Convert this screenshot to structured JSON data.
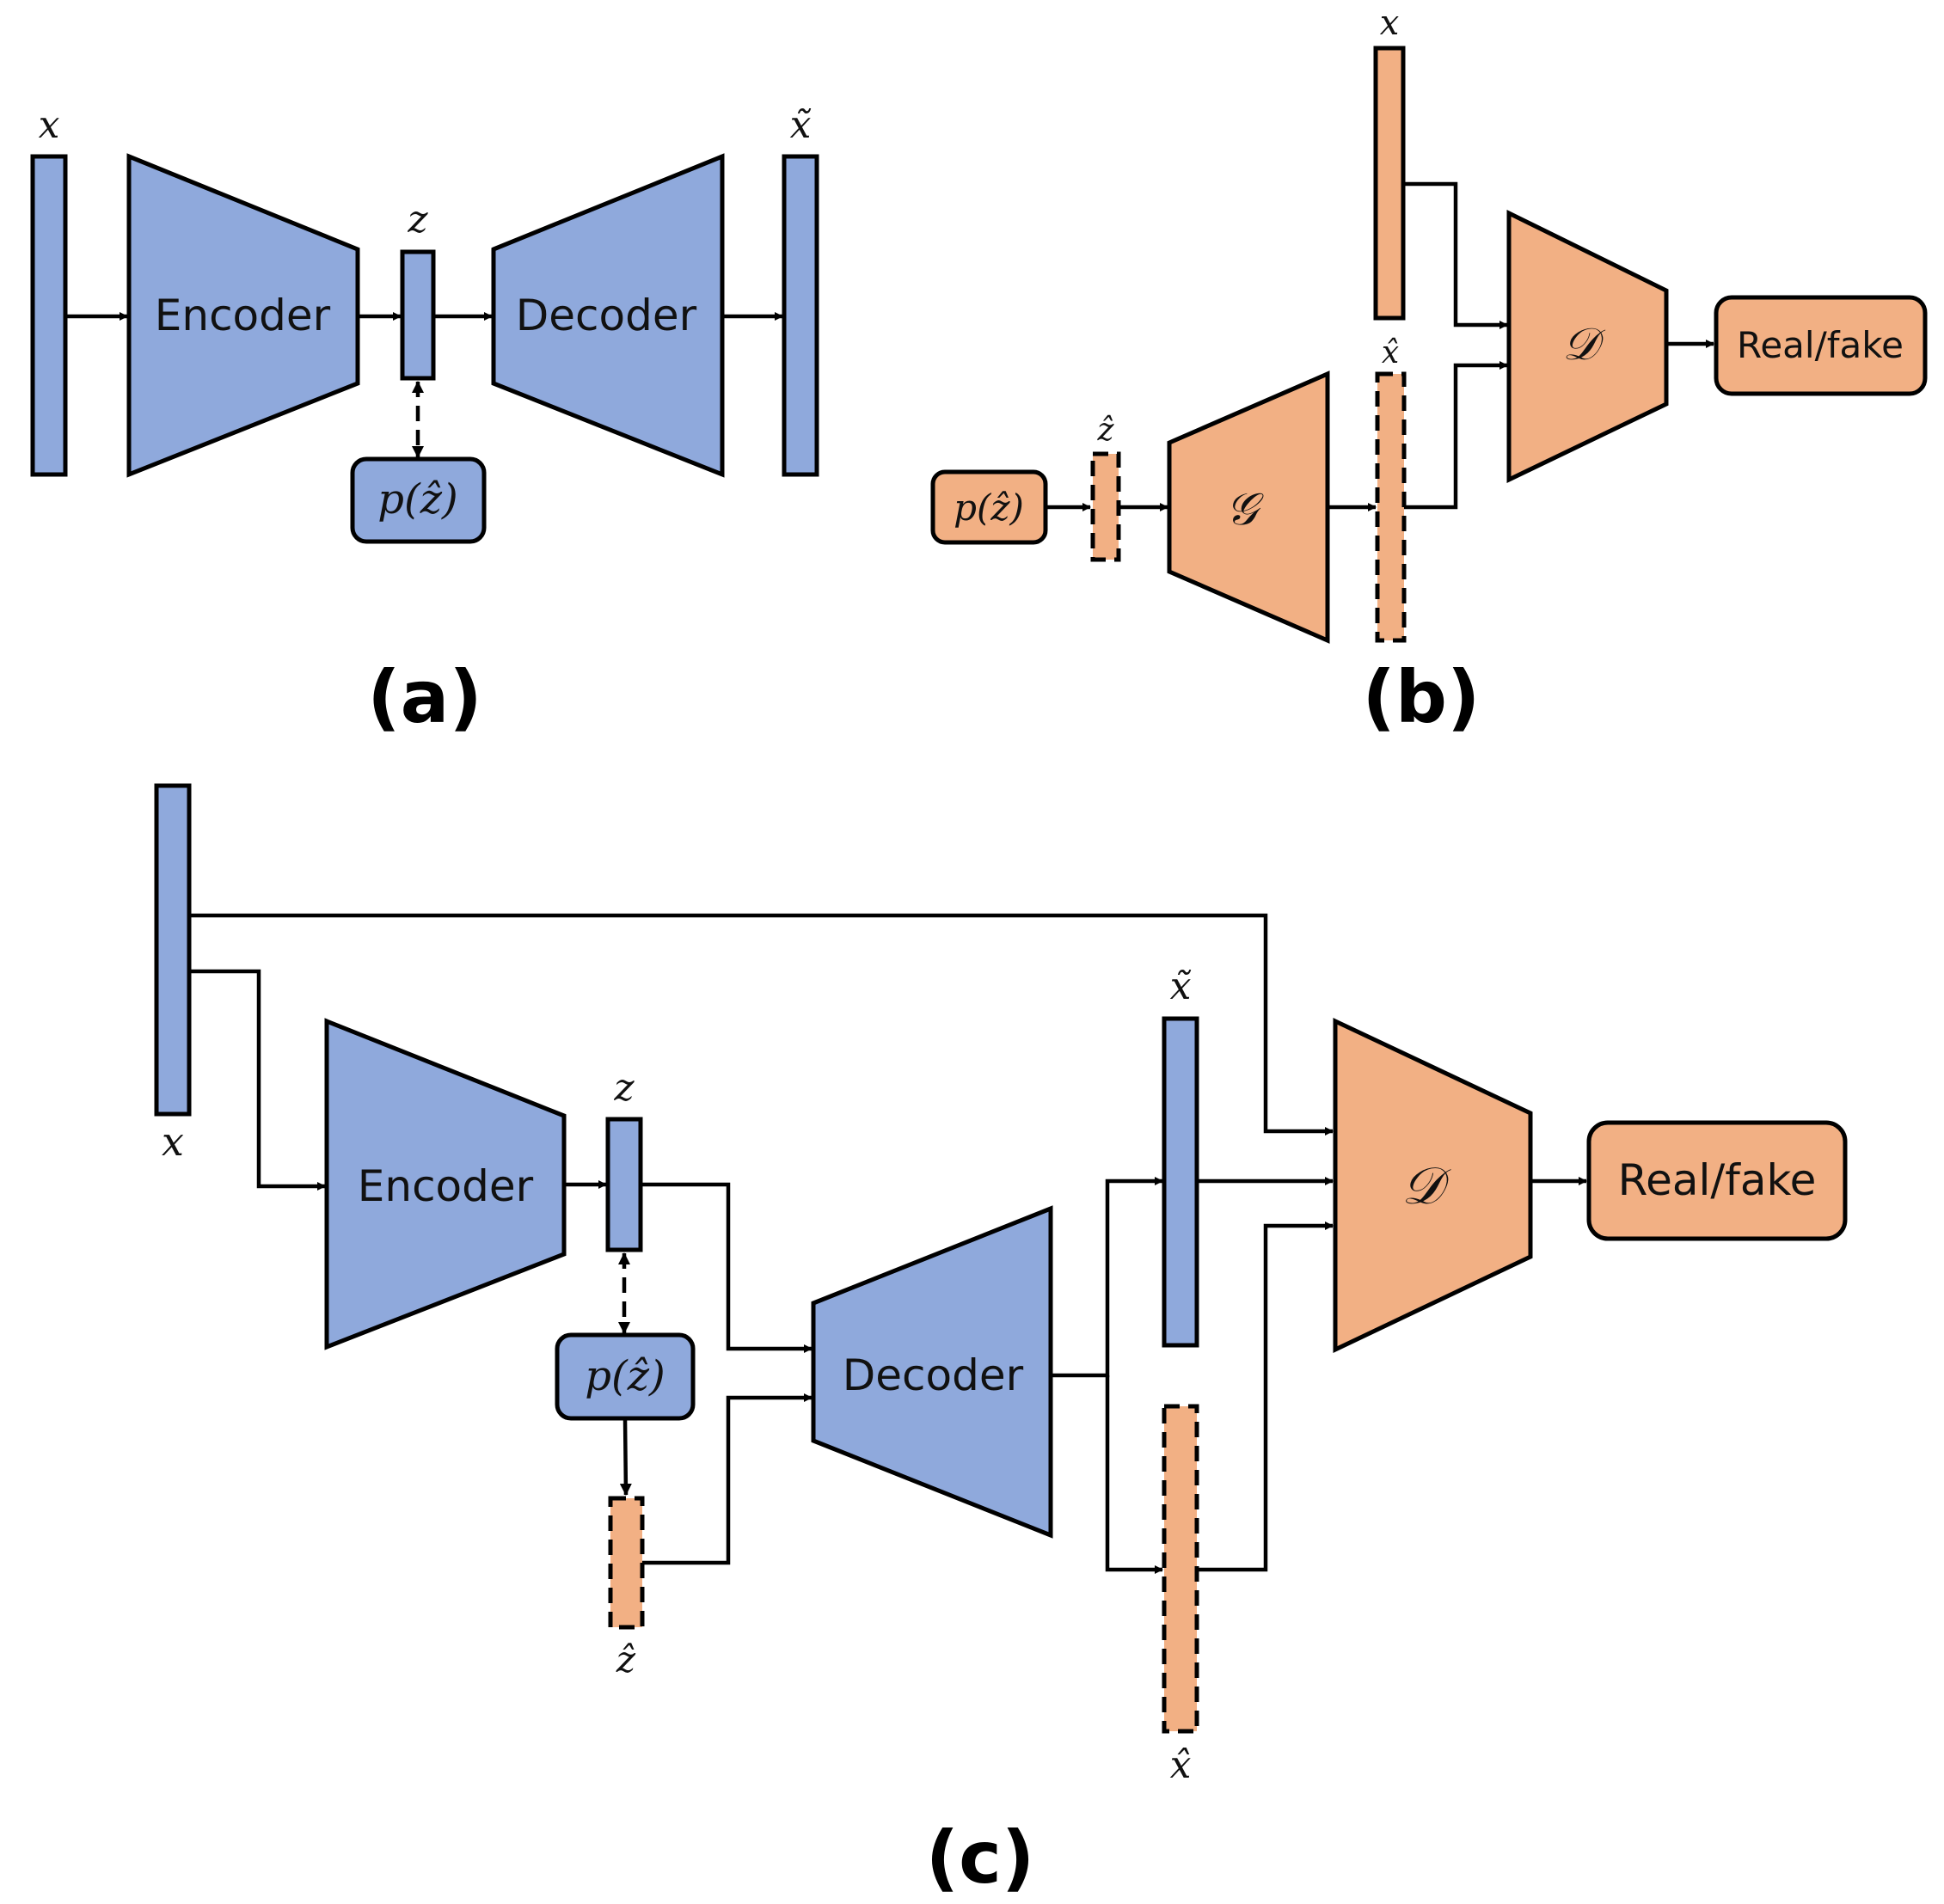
{
  "colors": {
    "encoder_side": "#8FA9DC",
    "adversarial_side": "#F2B084",
    "stroke": "#000000"
  },
  "panel_a": {
    "label": "(a)",
    "input": "x",
    "encoder": "Encoder",
    "latent": "z",
    "prior": "p(ẑ)",
    "decoder": "Decoder",
    "output": "x̃"
  },
  "panel_b": {
    "label": "(b)",
    "real_input": "x",
    "prior": "p(ẑ)",
    "prior_sample": "ẑ",
    "generator": "𝒢",
    "generated": "x̂",
    "discriminator": "𝒟",
    "decision": "Real/fake"
  },
  "panel_c": {
    "label": "(c)",
    "input": "x",
    "encoder": "Encoder",
    "latent": "z",
    "prior": "p(ẑ)",
    "prior_sample": "ẑ",
    "decoder": "Decoder",
    "reconstruction": "x̃",
    "generated": "x̂",
    "discriminator": "𝒟",
    "decision": "Real/fake"
  }
}
